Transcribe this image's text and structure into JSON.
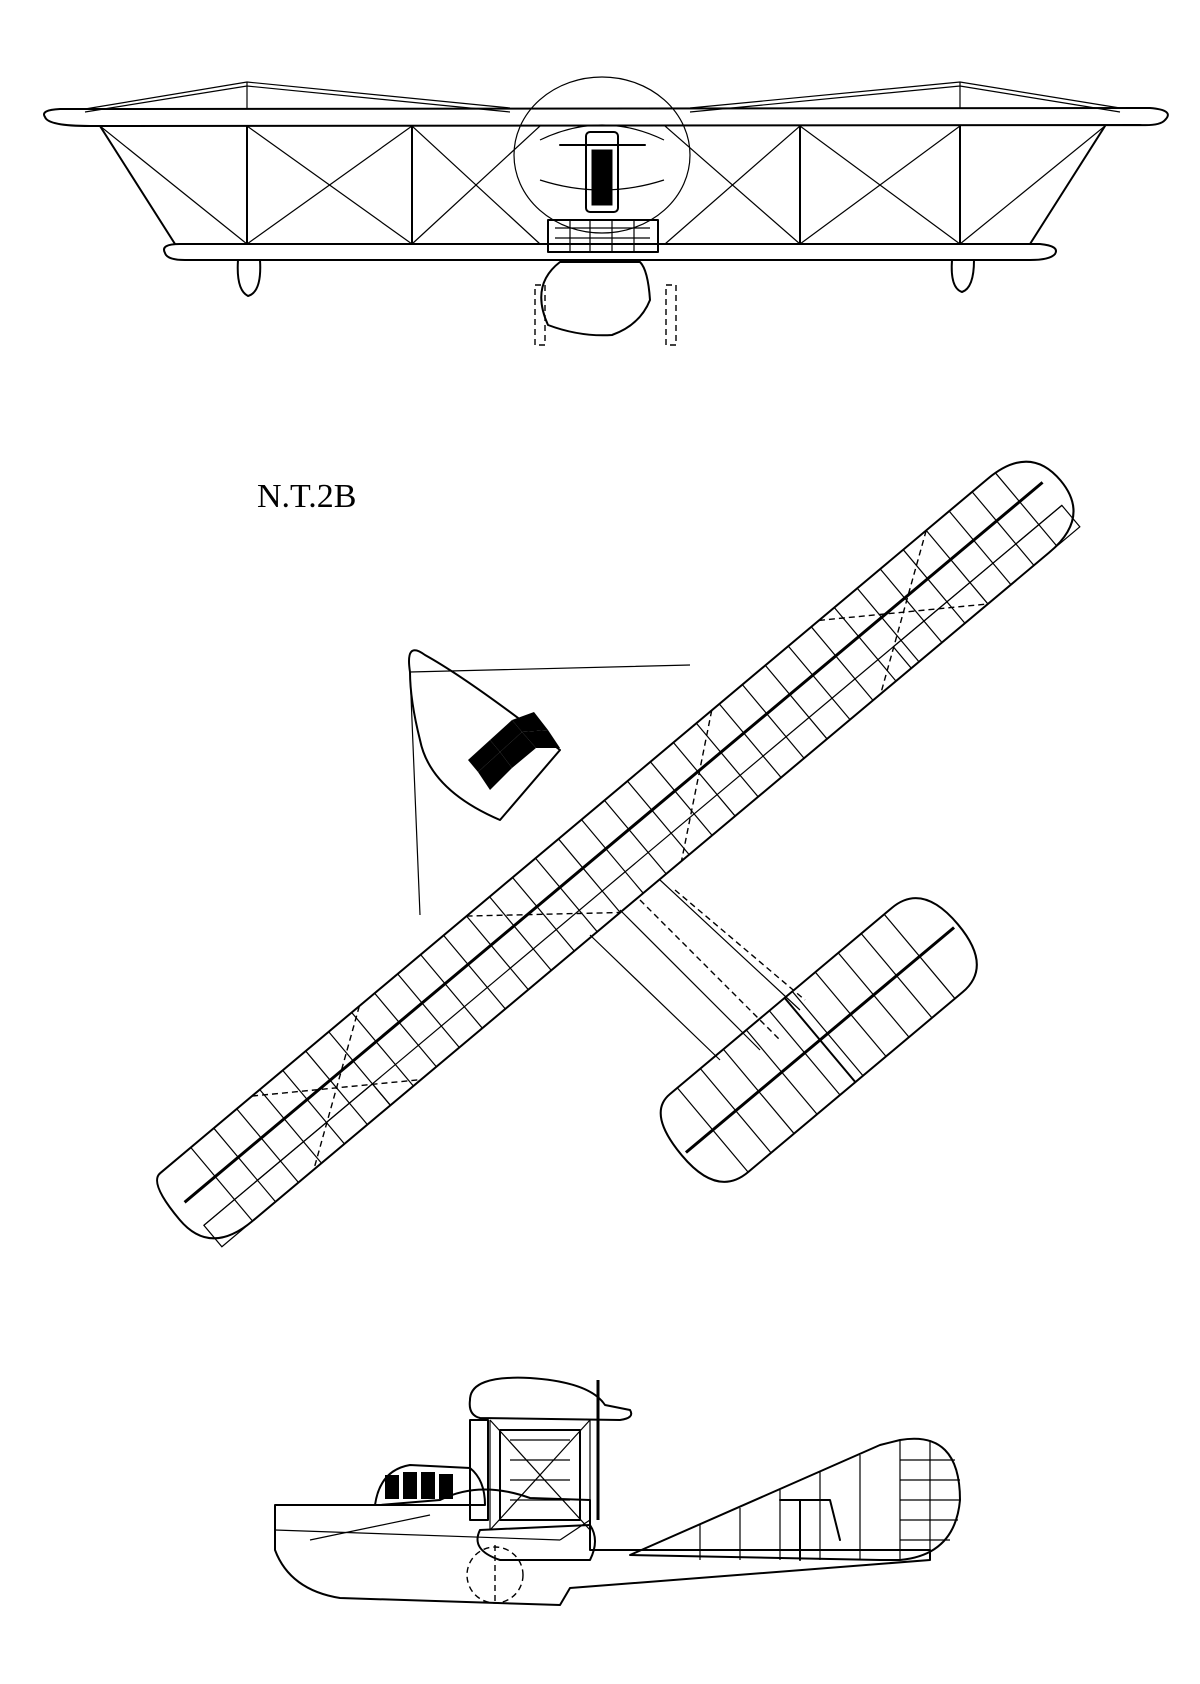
{
  "diagram": {
    "designation_label": "N.T.2B",
    "views": [
      {
        "name": "front-view"
      },
      {
        "name": "plan-view"
      },
      {
        "name": "side-view"
      }
    ],
    "ink_color": "#000000",
    "paper_color": "#ffffff"
  }
}
